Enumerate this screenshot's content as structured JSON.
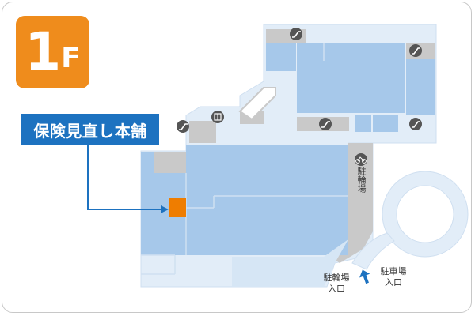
{
  "floor": {
    "number": "1",
    "suffix": "F"
  },
  "shop": {
    "name": "保険見直し本舗"
  },
  "labels": {
    "bicycle_parking": "駐輪場",
    "bicycle_entrance_top": "駐輪場",
    "bicycle_entrance_bottom": "入口",
    "car_entrance_top": "駐車場",
    "car_entrance_bottom": "入口"
  },
  "icons": [
    "escalator-icon",
    "elevator-icon",
    "bicycle-icon",
    "entrance-arrow-icon",
    "shop-marker-icon"
  ],
  "colors": {
    "floor_badge": "#ef8c1c",
    "shop_label": "#1d72c0",
    "shop_marker": "#ef7d00",
    "store_area": "#a6c8ea",
    "walkway": "#e2edf8",
    "gray_area": "#c9c9c9"
  }
}
